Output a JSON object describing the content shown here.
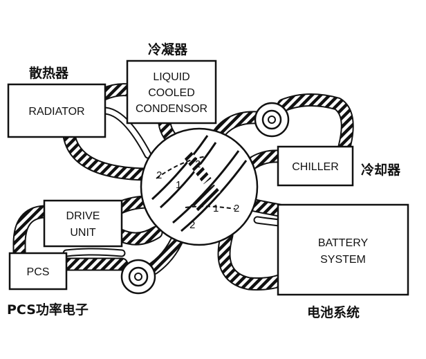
{
  "diagram": {
    "components": {
      "radiator": {
        "label": "RADIATOR",
        "cn": "散热器"
      },
      "condenser": {
        "label_lines": [
          "LIQUID",
          "COOLED",
          "CONDENSOR"
        ],
        "cn": "冷凝器"
      },
      "chiller": {
        "label": "CHILLER",
        "cn": "冷却器"
      },
      "drive_unit": {
        "label_lines": [
          "DRIVE",
          "UNIT"
        ]
      },
      "pcs": {
        "label": "PCS",
        "cn": "PCS功率电子"
      },
      "battery": {
        "label_lines": [
          "BATTERY",
          "SYSTEM"
        ],
        "cn": "电池系统"
      }
    },
    "valve_ports": {
      "upper": [
        "2",
        "1",
        "2"
      ],
      "lower": [
        "2",
        "1",
        "2"
      ]
    }
  }
}
